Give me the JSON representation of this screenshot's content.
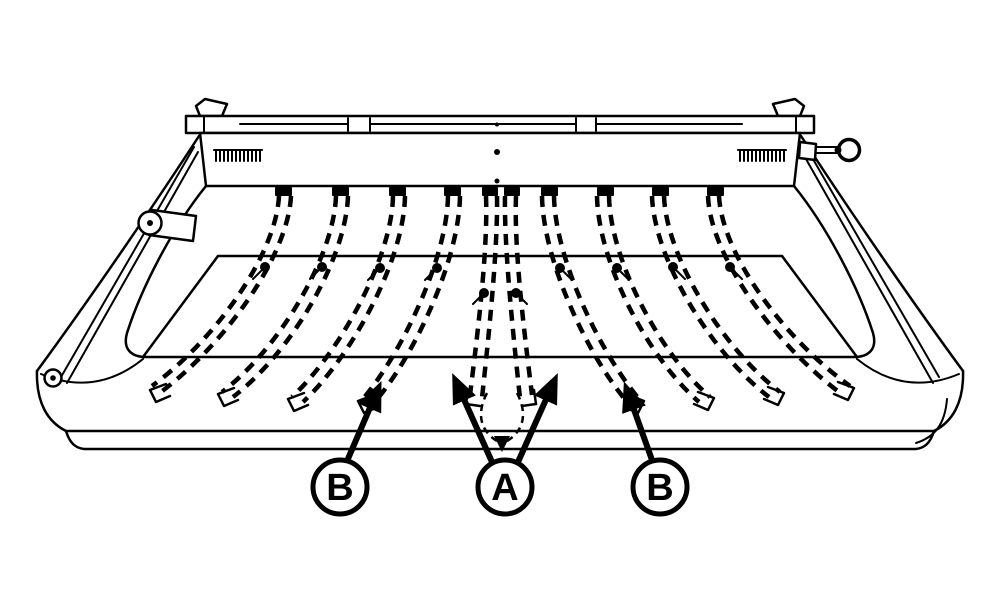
{
  "diagram": {
    "background_color": "#ffffff",
    "line_color": "#000000",
    "callouts": [
      {
        "id": "callout-b-left",
        "label": "B"
      },
      {
        "id": "callout-a-center",
        "label": "A"
      },
      {
        "id": "callout-b-right",
        "label": "B"
      }
    ]
  }
}
